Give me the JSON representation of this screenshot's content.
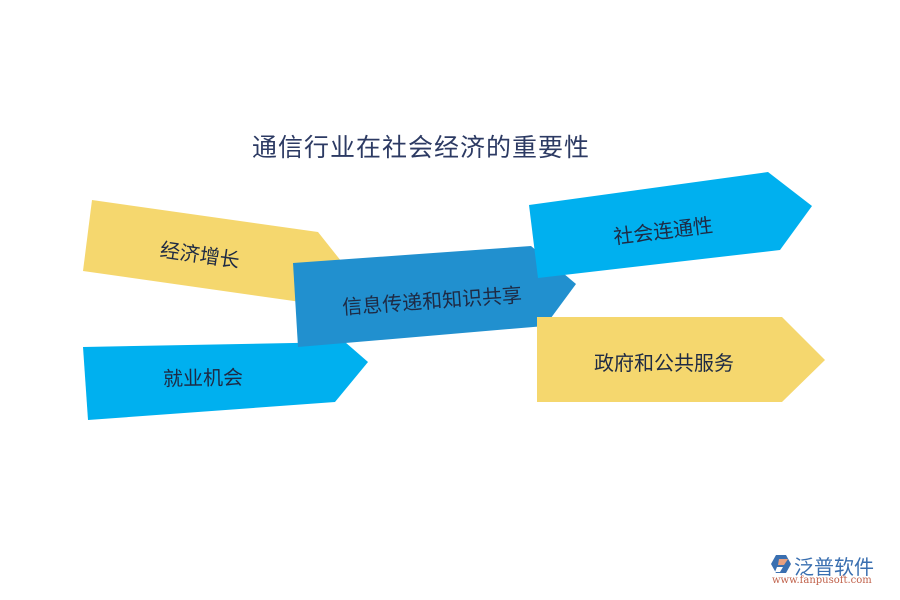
{
  "title": "通信行业在社会经济的重要性",
  "colors": {
    "yellow": "#f5d76e",
    "cyan": "#00b0ef",
    "dark_blue": "#2190cf",
    "text": "#1e2a44",
    "title": "#2c3a63"
  },
  "nodes": [
    {
      "id": "economic-growth",
      "label": "经济增长",
      "color": "yellow"
    },
    {
      "id": "employment",
      "label": "就业机会",
      "color": "cyan"
    },
    {
      "id": "info-sharing",
      "label": "信息传递和知识共享",
      "color": "dark_blue"
    },
    {
      "id": "social-connectivity",
      "label": "社会连通性",
      "color": "cyan"
    },
    {
      "id": "public-services",
      "label": "政府和公共服务",
      "color": "yellow"
    }
  ],
  "logo": {
    "name": "泛普软件",
    "url": "www.fanpusoft.com"
  }
}
